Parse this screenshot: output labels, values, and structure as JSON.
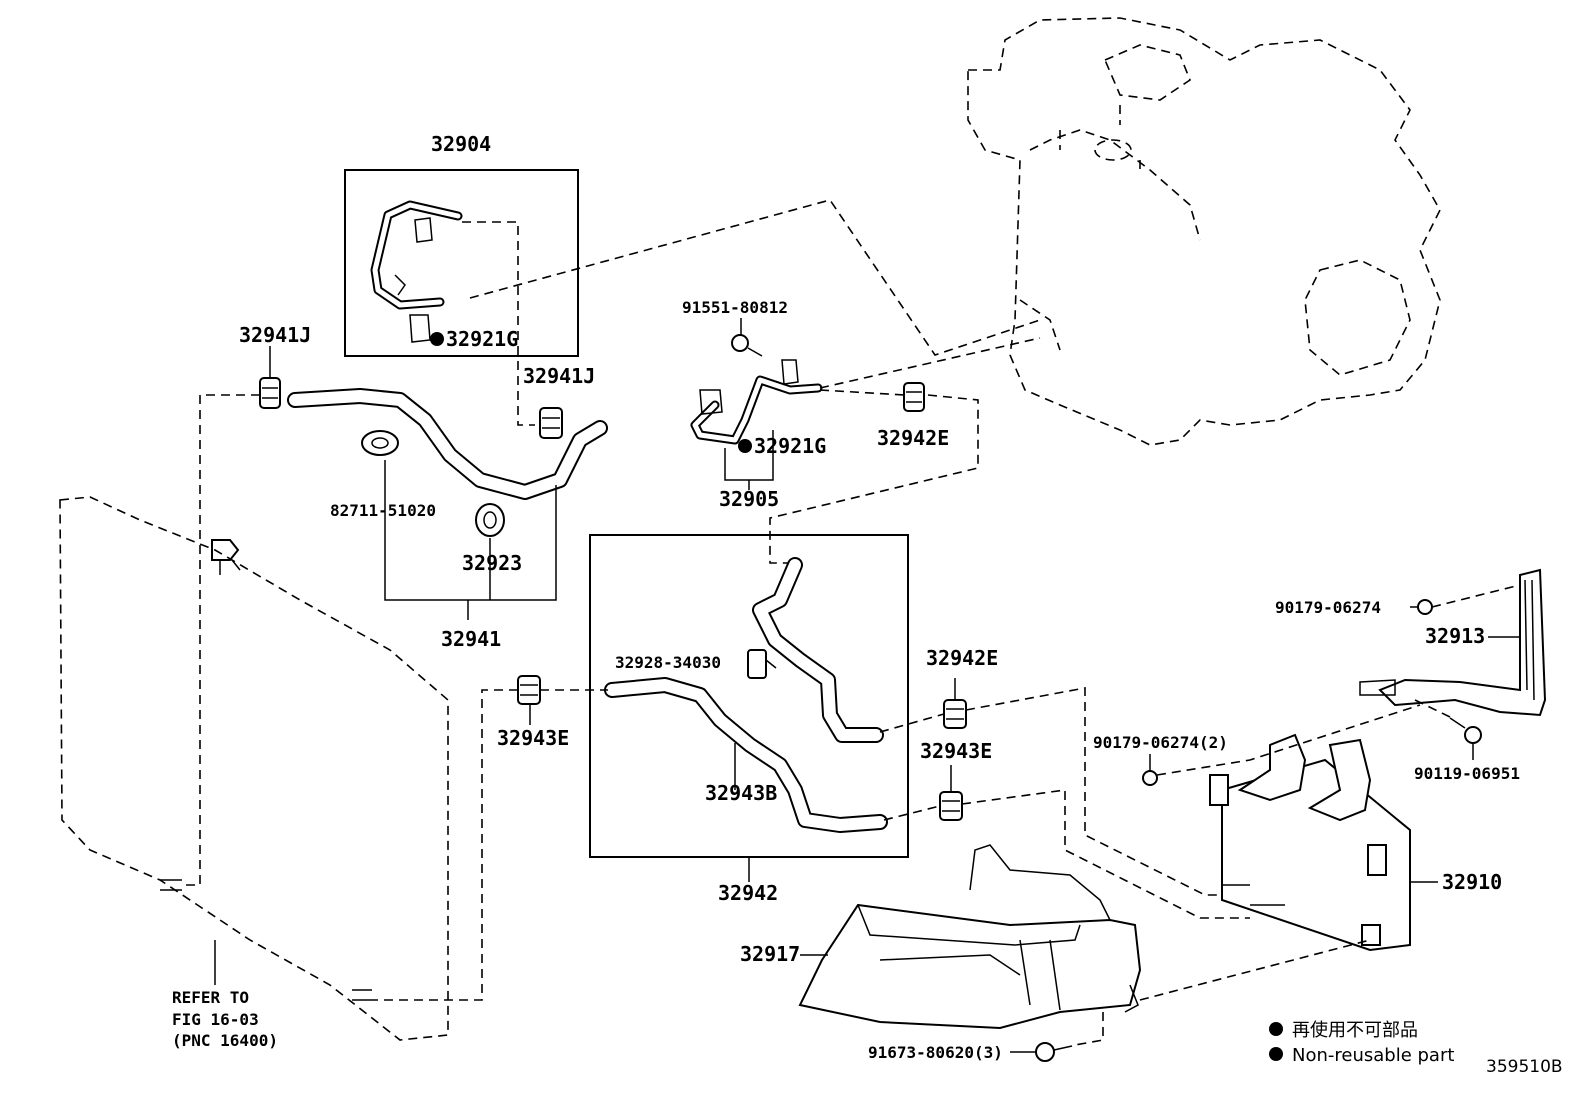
{
  "diagram_id": "359510B",
  "parts": {
    "p32904": "32904",
    "p32921G_a": "32921G",
    "p32941J_left": "32941J",
    "p32941J_right": "32941J",
    "p82711": "82711-51020",
    "p32923": "32923",
    "p32941": "32941",
    "p91551": "91551-80812",
    "p32921G_b": "32921G",
    "p32905": "32905",
    "p32942E_top": "32942E",
    "p32928": "32928-34030",
    "p32942E_mid": "32942E",
    "p32943E_left": "32943E",
    "p32943E_right": "32943E",
    "p32943B": "32943B",
    "p32942": "32942",
    "p90179_top": "90179-06274",
    "p32913": "32913",
    "p90179_2": "90179-06274(2)",
    "p90119": "90119-06951",
    "p32910": "32910",
    "p32917": "32917",
    "p91673": "91673-80620(3)"
  },
  "refer": {
    "line1": "REFER TO",
    "line2": "FIG 16-03",
    "line3": "(PNC 16400)"
  },
  "legend": {
    "jp": "再使用不可部品",
    "en": "Non-reusable part"
  }
}
